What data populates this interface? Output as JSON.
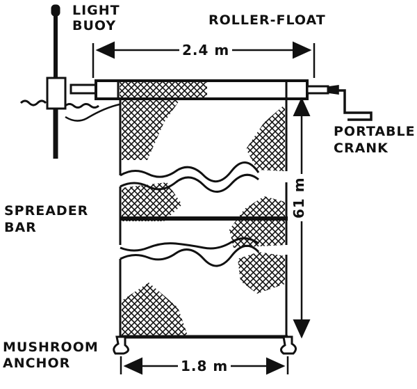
{
  "diagram": {
    "labels": {
      "light": "LIGHT",
      "buoy": "BUOY",
      "roller_float": "ROLLER-FLOAT",
      "length": "2.4 m",
      "portable": "PORTABLE",
      "crank": "CRANK",
      "spreader": "SPREADER",
      "bar": "BAR",
      "depth": "61 m",
      "mushroom": "MUSHROOM",
      "anchor": "ANCHOR",
      "width": "1.8 m"
    },
    "ink_color": "#111111",
    "background_color": "#ffffff"
  }
}
